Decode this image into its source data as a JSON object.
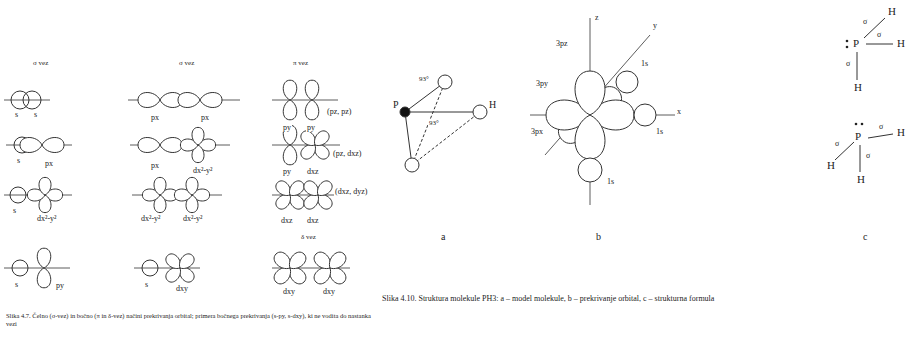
{
  "diagram": {
    "caption": "Slika 4.10. Struktura molekule PH3: a – model molekule, b – prekrivanje orbital, c – strukturna formula",
    "labels": [
      "σ vez",
      "σ vez",
      "π vez",
      "s",
      "s",
      "px",
      "px",
      "py",
      "py",
      "(pz, pz)",
      "s",
      "px",
      "px",
      "dx²-y²",
      "py",
      "dxz",
      "(pz, dxz)",
      "s",
      "dx²-y²",
      "dx²-y²",
      "dx²-y²",
      "dxz",
      "dxz",
      "(dxz, dyz)",
      "s",
      "py",
      "s",
      "dxy",
      "δ vez",
      "dxy",
      "dxy",
      "Slika 4.7. Čelno (σ-vez) in bočno (π in δ-vez) načini prekrivanja orbital; primera bočnega prekrivanja (s-py, s-dxy), ki ne vodita do nastanka vezi",
      "P",
      "H",
      "93°",
      "93°",
      "a",
      "z",
      "3pz",
      "y",
      "1s",
      "x",
      "1s",
      "3py",
      "3px",
      "1s",
      "b",
      "P",
      "σ",
      "H",
      "σ",
      "H",
      "σ",
      "H",
      "P",
      "σ",
      "H",
      "σ",
      "H",
      "σ",
      "H",
      "c"
    ]
  }
}
